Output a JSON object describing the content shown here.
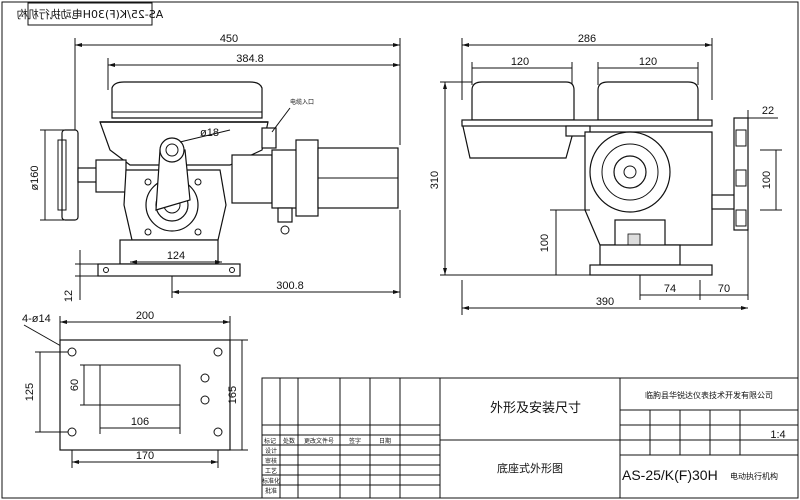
{
  "stamp_text": "AS-25/K(F)30H电动执行机构",
  "front_view": {
    "overall_width": "450",
    "body_width": "384.8",
    "handwheel_dia": "ø160",
    "hole_dia": "ø18",
    "cable_entry": "电缆入口",
    "base_width": "124",
    "base_to_end": "300.8",
    "base_height": "12"
  },
  "side_view": {
    "overall_width": "286",
    "cover_left": "120",
    "cover_right": "120",
    "offset_top": "22",
    "overall_height": "310",
    "flange_height": "100",
    "center_height": "100",
    "dim_74": "74",
    "dim_70": "70",
    "overall_length": "390"
  },
  "base_plan": {
    "holes": "4-ø14",
    "outer_width": "200",
    "outer_height": "165",
    "inner_height": "125",
    "slot_height": "60",
    "slot_width": "106",
    "hole_spacing": "170"
  },
  "title_block": {
    "drawing_title": "外形及安装尺寸",
    "company": "临朐县华锐达仪表技术开发有限公司",
    "sub_title": "底座式外形图",
    "scale": "1:4",
    "model": "AS-25/K(F)30H",
    "model_suffix": "电动执行机构",
    "row_labels": [
      "标记",
      "处数",
      "更改文件号",
      "签字",
      "日期"
    ],
    "side_labels": [
      "设计",
      "审核",
      "工艺",
      "标准化",
      "批准"
    ]
  }
}
